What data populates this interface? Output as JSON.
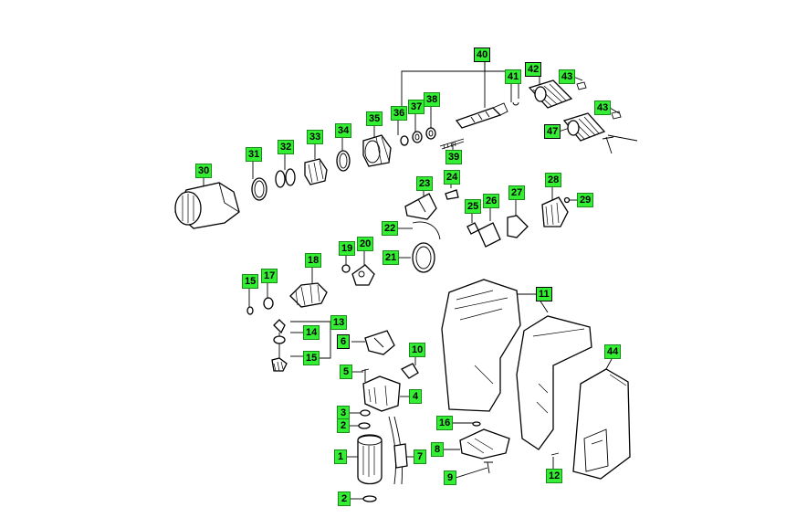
{
  "callouts": [
    {
      "id": "40",
      "label": "40"
    },
    {
      "id": "41",
      "label": "41"
    },
    {
      "id": "42",
      "label": "42"
    },
    {
      "id": "43a",
      "label": "43"
    },
    {
      "id": "43b",
      "label": "43"
    },
    {
      "id": "47",
      "label": "47"
    },
    {
      "id": "36",
      "label": "36"
    },
    {
      "id": "37",
      "label": "37"
    },
    {
      "id": "38",
      "label": "38"
    },
    {
      "id": "39",
      "label": "39"
    },
    {
      "id": "35",
      "label": "35"
    },
    {
      "id": "34",
      "label": "34"
    },
    {
      "id": "33",
      "label": "33"
    },
    {
      "id": "32",
      "label": "32"
    },
    {
      "id": "31",
      "label": "31"
    },
    {
      "id": "30",
      "label": "30"
    },
    {
      "id": "23",
      "label": "23"
    },
    {
      "id": "24",
      "label": "24"
    },
    {
      "id": "25",
      "label": "25"
    },
    {
      "id": "26",
      "label": "26"
    },
    {
      "id": "27",
      "label": "27"
    },
    {
      "id": "28",
      "label": "28"
    },
    {
      "id": "29",
      "label": "29"
    },
    {
      "id": "22",
      "label": "22"
    },
    {
      "id": "21",
      "label": "21"
    },
    {
      "id": "19",
      "label": "19"
    },
    {
      "id": "20",
      "label": "20"
    },
    {
      "id": "18",
      "label": "18"
    },
    {
      "id": "15a",
      "label": "15"
    },
    {
      "id": "17",
      "label": "17"
    },
    {
      "id": "11",
      "label": "11"
    },
    {
      "id": "13",
      "label": "13"
    },
    {
      "id": "14",
      "label": "14"
    },
    {
      "id": "15b",
      "label": "15"
    },
    {
      "id": "6",
      "label": "6"
    },
    {
      "id": "10",
      "label": "10"
    },
    {
      "id": "5",
      "label": "5"
    },
    {
      "id": "4",
      "label": "4"
    },
    {
      "id": "44",
      "label": "44"
    },
    {
      "id": "3",
      "label": "3"
    },
    {
      "id": "2a",
      "label": "2"
    },
    {
      "id": "16",
      "label": "16"
    },
    {
      "id": "1",
      "label": "1"
    },
    {
      "id": "8",
      "label": "8"
    },
    {
      "id": "7",
      "label": "7"
    },
    {
      "id": "9",
      "label": "9"
    },
    {
      "id": "12",
      "label": "12"
    },
    {
      "id": "2b",
      "label": "2"
    }
  ]
}
